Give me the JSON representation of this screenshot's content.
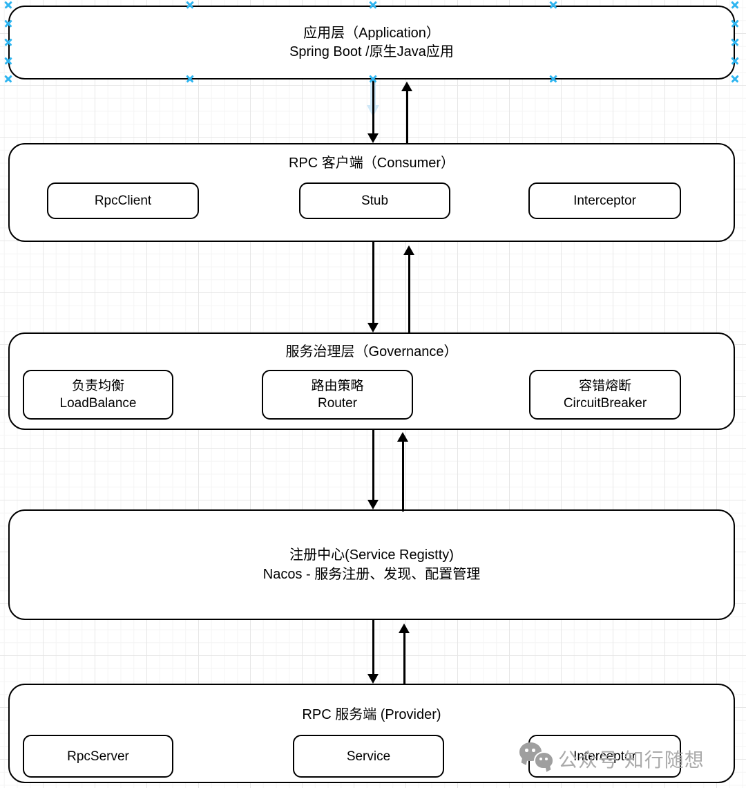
{
  "canvas": {
    "stroke_color": "#000000",
    "grid_minor_color": "#f4f4f4",
    "grid_major_color": "#e6e6e6",
    "selection_marker_color": "#2fb5f0",
    "drop_highlight_color": "#cfe8f8",
    "watermark_color": "#aaaaaa"
  },
  "app_layer": {
    "line1": "应用层（Application）",
    "line2": "Spring Boot /原生Java应用"
  },
  "consumer_layer": {
    "title": "RPC 客户端（Consumer）",
    "boxes": [
      "RpcClient",
      "Stub",
      "Interceptor"
    ]
  },
  "governance_layer": {
    "title": "服务治理层（Governance）",
    "boxes": [
      {
        "line1": "负责均衡",
        "line2": "LoadBalance"
      },
      {
        "line1": "路由策略",
        "line2": "Router"
      },
      {
        "line1": "容错熔断",
        "line2": "CircuitBreaker"
      }
    ]
  },
  "registry_layer": {
    "line1": "注册中心(Service Registty)",
    "line2": "Nacos - 服务注册、发现、配置管理"
  },
  "provider_layer": {
    "title": "RPC 服务端 (Provider)",
    "boxes": [
      "RpcServer",
      "Service",
      "Interceptor"
    ]
  },
  "watermark": {
    "icon": "wechat-icon",
    "text": "公众号 知行随想"
  }
}
